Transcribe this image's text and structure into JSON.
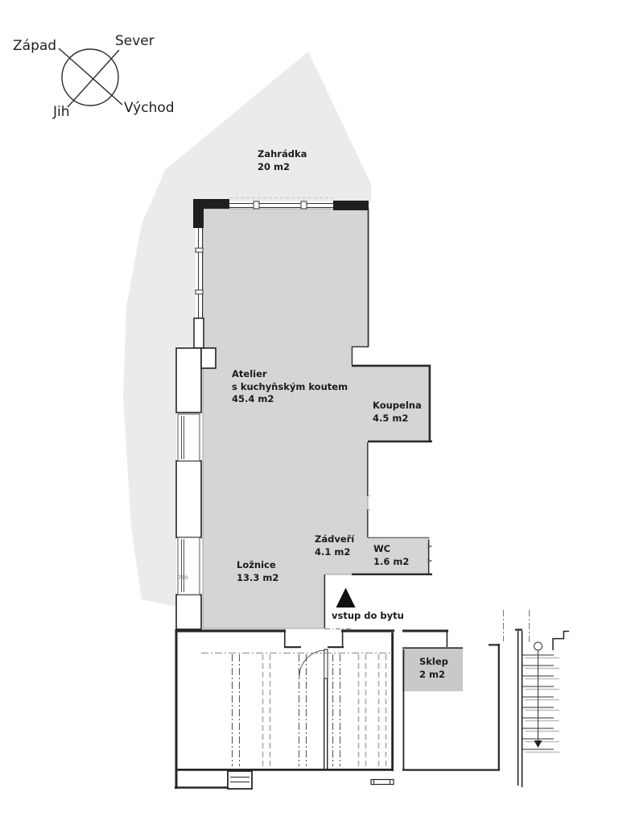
{
  "compass": {
    "west": "Západ",
    "north": "Sever",
    "south": "Jih",
    "east": "Východ"
  },
  "rooms": {
    "zahradka": {
      "name": "Zahrádka",
      "area": "20 m2"
    },
    "atelier": {
      "name": "Atelier",
      "subtitle": "s kuchyňským koutem",
      "area": "45.4 m2"
    },
    "koupelna": {
      "name": "Koupelna",
      "area": "4.5 m2"
    },
    "zadveri": {
      "name": "Zádveří",
      "area": "4.1 m2"
    },
    "wc": {
      "name": "WC",
      "area": "1.6 m2"
    },
    "loznice": {
      "name": "Ložnice",
      "area": "13.3 m2"
    },
    "sklep": {
      "name": "Sklep",
      "area": "2 m2"
    }
  },
  "entrance": {
    "label": "vstup do bytu"
  },
  "dimensions": {
    "window_width": "750"
  },
  "colors": {
    "garden": "#ebebeb",
    "room": "#d5d5d3",
    "sklep": "#c9c9c7",
    "ink": "#1b1b1b",
    "wall": "#222222"
  }
}
